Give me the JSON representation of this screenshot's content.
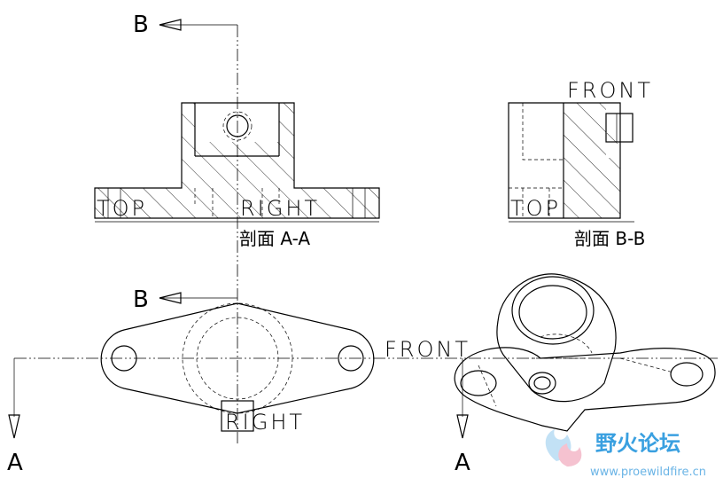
{
  "section_marks": {
    "b": "B",
    "a": "A"
  },
  "view_a": {
    "datum_top": "TOP",
    "datum_right": "RIGHT",
    "section_title": "剖面 A-A"
  },
  "view_b": {
    "datum_front": "FRONT",
    "datum_top": "TOP",
    "section_title": "剖面 B-B"
  },
  "plan_view": {
    "datum_front": "FRONT",
    "datum_right": "RIGHT"
  },
  "watermark": {
    "title": "野火论坛",
    "url": "www.proewildfire.cn",
    "color": "#3aa0e0"
  }
}
